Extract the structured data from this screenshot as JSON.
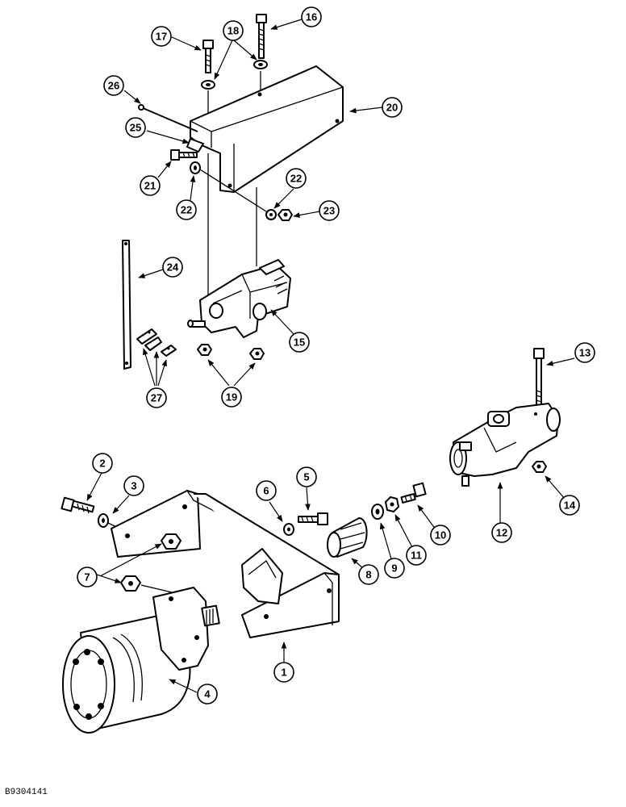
{
  "figure_code": "B9304141",
  "callouts": [
    "1",
    "2",
    "3",
    "4",
    "5",
    "6",
    "7",
    "8",
    "9",
    "10",
    "11",
    "12",
    "13",
    "14",
    "15",
    "16",
    "17",
    "18",
    "19",
    "20",
    "21",
    "22",
    "23",
    "24",
    "25",
    "26",
    "27"
  ]
}
